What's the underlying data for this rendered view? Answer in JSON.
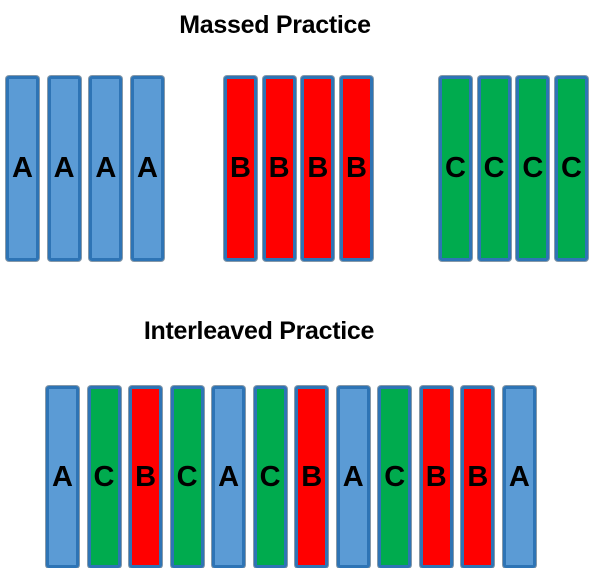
{
  "colors": {
    "background": "#FFFFFF",
    "text": "#000000",
    "border": "#2E74B5",
    "blue": "#5B9BD5",
    "red": "#FF0000",
    "green": "#00AB4E"
  },
  "massed": {
    "title": "Massed Practice",
    "groups": [
      {
        "name": "group-a",
        "color": "blue",
        "bars": [
          "A",
          "A",
          "A",
          "A"
        ]
      },
      {
        "name": "group-b",
        "color": "red",
        "bars": [
          "B",
          "B",
          "B",
          "B"
        ]
      },
      {
        "name": "group-c",
        "color": "green",
        "bars": [
          "C",
          "C",
          "C",
          "C"
        ]
      }
    ]
  },
  "interleaved": {
    "title": "Interleaved Practice",
    "bars": [
      {
        "letter": "A",
        "color": "blue"
      },
      {
        "letter": "C",
        "color": "green"
      },
      {
        "letter": "B",
        "color": "red"
      },
      {
        "letter": "C",
        "color": "green"
      },
      {
        "letter": "A",
        "color": "blue"
      },
      {
        "letter": "C",
        "color": "green"
      },
      {
        "letter": "B",
        "color": "red"
      },
      {
        "letter": "A",
        "color": "blue"
      },
      {
        "letter": "C",
        "color": "green"
      },
      {
        "letter": "B",
        "color": "red"
      },
      {
        "letter": "B",
        "color": "red"
      },
      {
        "letter": "A",
        "color": "blue"
      }
    ]
  }
}
